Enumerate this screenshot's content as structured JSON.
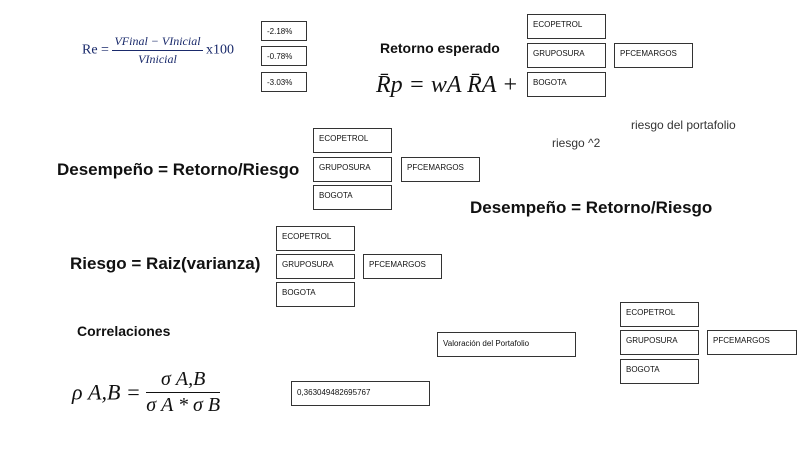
{
  "formulas": {
    "return_lhs": "Re =",
    "return_num": "VFinal − VInicial",
    "return_den": "VInicial",
    "return_suffix": "x100",
    "expected_lhs": "R̄p = wA R̄A +",
    "rho_lhs": "ρ A,B  =",
    "rho_num": "σ A,B",
    "rho_den": "σ A * σ B"
  },
  "returns_boxes": [
    "-2.18%",
    "-0.78%",
    "-3.03%"
  ],
  "headings": {
    "retorno_esperado": "Retorno esperado",
    "riesgo_portafolio": "riesgo del portafolio",
    "riesgo_sq": "riesgo ^2",
    "desempeno_1": "Desempeño = Retorno/Riesgo",
    "desempeno_2": "Desempeño = Retorno/Riesgo",
    "riesgo_raiz": "Riesgo = Raiz(varianza)",
    "correlaciones": "Correlaciones",
    "valoracion": "Valoración del Portafolio"
  },
  "stocks": {
    "ecopetrol": "ECOPETROL",
    "gruposura": "GRUPOSURA",
    "pfcemargos": "PFCEMARGOS",
    "bogota": "BOGOTA"
  },
  "correlation_value": "0,363049482695767"
}
